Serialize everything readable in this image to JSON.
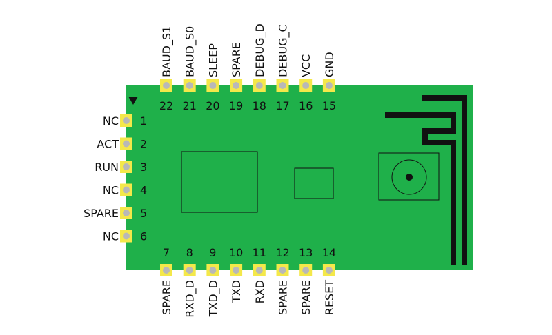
{
  "module": {
    "board_color": "#1fb04a",
    "pad_color": "#f4e84a",
    "via_color": "#b8b8b8",
    "line_color": "#111111",
    "pin1_marker": "triangle-marker"
  },
  "left_pins": [
    {
      "number": "1",
      "label": "NC"
    },
    {
      "number": "2",
      "label": "ACT"
    },
    {
      "number": "3",
      "label": "RUN"
    },
    {
      "number": "4",
      "label": "NC"
    },
    {
      "number": "5",
      "label": "SPARE"
    },
    {
      "number": "6",
      "label": "NC"
    }
  ],
  "bottom_pins": [
    {
      "number": "7",
      "label": "SPARE"
    },
    {
      "number": "8",
      "label": "RXD_D"
    },
    {
      "number": "9",
      "label": "TXD_D"
    },
    {
      "number": "10",
      "label": "TXD"
    },
    {
      "number": "11",
      "label": "RXD"
    },
    {
      "number": "12",
      "label": "SPARE"
    },
    {
      "number": "13",
      "label": "SPARE"
    },
    {
      "number": "14",
      "label": "RESET"
    }
  ],
  "top_pins": [
    {
      "number": "22",
      "label": "BAUD_S1"
    },
    {
      "number": "21",
      "label": "BAUD_S0"
    },
    {
      "number": "20",
      "label": "SLEEP"
    },
    {
      "number": "19",
      "label": "SPARE"
    },
    {
      "number": "18",
      "label": "DEBUG_D"
    },
    {
      "number": "17",
      "label": "DEBUG_C"
    },
    {
      "number": "16",
      "label": "VCC"
    },
    {
      "number": "15",
      "label": "GND"
    }
  ]
}
